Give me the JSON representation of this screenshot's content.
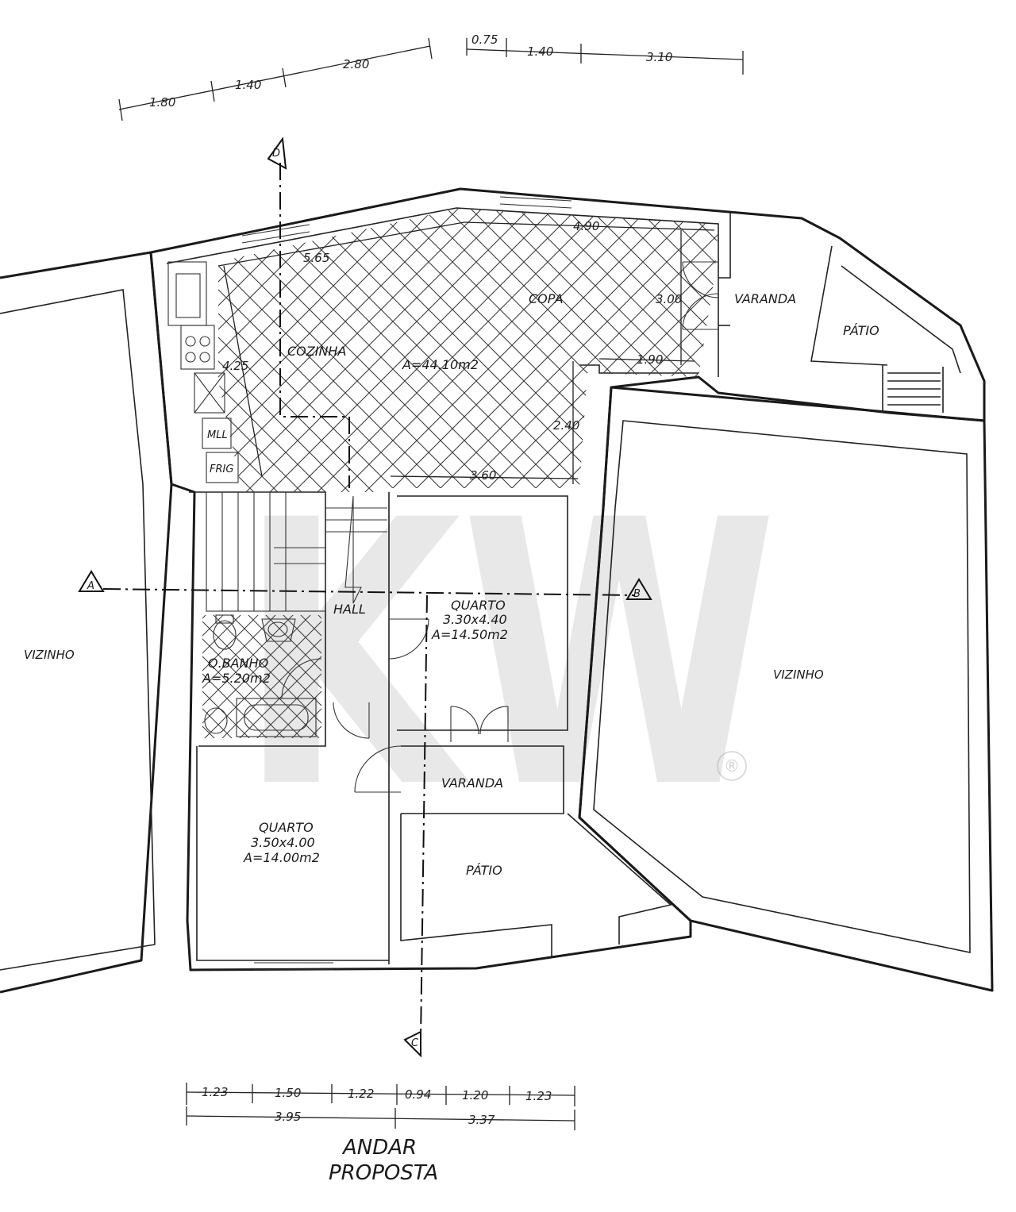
{
  "rooms": {
    "cozinha": "COZINHA",
    "copa": "COPA",
    "copa_area": "A=44.10m2",
    "varanda_top": "VARANDA",
    "patio_top": "PÁTIO",
    "mll": "MLL",
    "frig": "FRIG",
    "hall": "HALL",
    "quarto_right": "QUARTO",
    "quarto_right_dims": "3.30x4.40",
    "quarto_right_area": "A=14.50m2",
    "banho": "Q.BANHO",
    "banho_area": "A=5.20m2",
    "varanda_mid": "VARANDA",
    "quarto_left": "QUARTO",
    "quarto_left_dims": "3.50x4.00",
    "quarto_left_area": "A=14.00m2",
    "patio_bottom": "PÁTIO",
    "vizinho_left": "VIZINHO",
    "vizinho_right": "VIZINHO"
  },
  "dimensions": {
    "top_left": [
      "1.80",
      "1.40",
      "2.80"
    ],
    "top_right": [
      "0.75",
      "1.40",
      "3.10"
    ],
    "inner": {
      "d565": "5.65",
      "d490": "4.90",
      "d300": "3.00",
      "d190": "1.90",
      "d425": "4.25",
      "d240": "2.40",
      "d360": "3.60"
    },
    "bottom_row1": [
      "1.23",
      "1.50",
      "1.22",
      "0.94",
      "1.20",
      "1.23"
    ],
    "bottom_row2": [
      "3.95",
      "3.37"
    ]
  },
  "section_markers": {
    "a": "A",
    "b": "B",
    "c": "C",
    "d": "D"
  },
  "title": {
    "line1": "ANDAR",
    "line2": "PROPOSTA"
  },
  "watermark": {
    "text": "KW",
    "registered": "®"
  }
}
